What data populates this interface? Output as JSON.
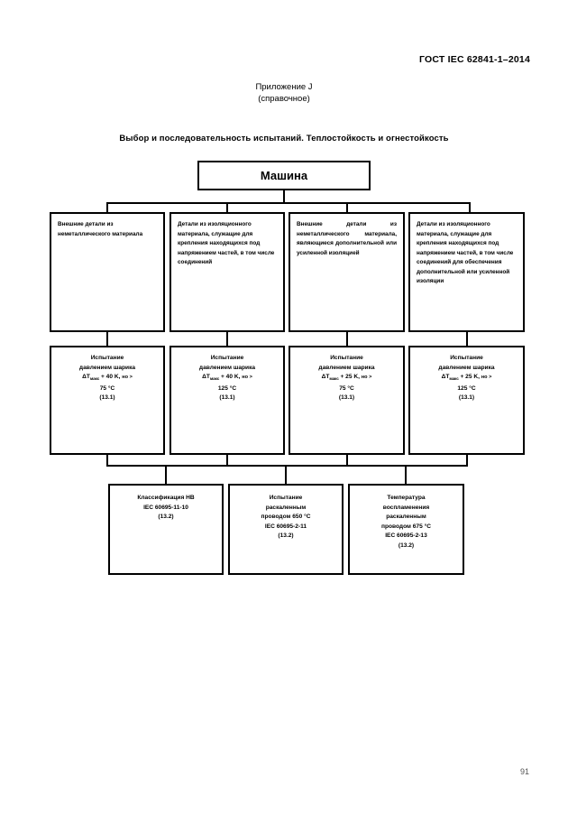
{
  "document": {
    "header": "ГОСТ IEC 62841-1–2014",
    "annex_label": "Приложение J",
    "annex_kind": "(справочное)",
    "flow_title": "Выбор и последовательность испытаний. Теплостойкость и огнестойкость",
    "page_number": "91"
  },
  "flowchart": {
    "type": "flowchart",
    "root": {
      "label": "Машина"
    },
    "row1": [
      {
        "id": "external-nonmetal-parts",
        "text": "Внешние детали из неметаллического материала"
      },
      {
        "id": "insulating-parts-live-fixing",
        "text": "Детали из изоляционного материала, служащие для крепления находящихся под напряжением частей, в том числе соединений"
      },
      {
        "id": "external-nonmetal-supplementary-insulation",
        "text": "Внешние детали из неметаллического материала, являющиеся дополнительной или усиленной изоляцией"
      },
      {
        "id": "insulating-parts-supplementary-insulation",
        "text": "Детали из изоляционного материала, служащие для крепления находящихся под напряжением частей, в том числе соединений для обеспечения дополнительной или усиленной изоляции"
      }
    ],
    "row2": [
      {
        "id": "ball-pressure-test-40k-75c",
        "line1": "Испытание",
        "line2": "давлением шарика",
        "symbol": "ΔT",
        "subscript": "макс",
        "delta": "+ 40 K,",
        "condition": "но >",
        "temperature": "75 °C",
        "clause": "(13.1)"
      },
      {
        "id": "ball-pressure-test-40k-125c",
        "line1": "Испытание",
        "line2": "давлением шарика",
        "symbol": "ΔT",
        "subscript": "макс",
        "delta": "+ 40 K,",
        "condition": "но >",
        "temperature": "125 °C",
        "clause": "(13.1)"
      },
      {
        "id": "ball-pressure-test-25k-75c",
        "line1": "Испытание",
        "line2": "давлением шарика",
        "symbol": "ΔT",
        "subscript": "макс",
        "delta": "+ 25 K,",
        "condition": "но >",
        "temperature": "75 °C",
        "clause": "(13.1)"
      },
      {
        "id": "ball-pressure-test-25k-125c",
        "line1": "Испытание",
        "line2": "давлением шарика",
        "symbol": "ΔT",
        "subscript": "макс",
        "delta": "+ 25 K,",
        "condition": "но >",
        "temperature": "125 °C",
        "clause": "(13.1)"
      }
    ],
    "row3": [
      {
        "id": "classification-hb",
        "line1": "Классификация HB",
        "line2": "IEC 60695-11-10",
        "clause": "(13.2)"
      },
      {
        "id": "glow-wire-test-650",
        "line1": "Испытание",
        "line2": "раскаленным",
        "line3": "проводом 650 °C",
        "line4": "IEC 60695-2-11",
        "clause": "(13.2)"
      },
      {
        "id": "glow-wire-ignition-675",
        "line1": "Температура",
        "line2": "воспламенения",
        "line3": "раскаленным",
        "line4": "проводом 675 °C",
        "line5": "IEC 60695-2-13",
        "clause": "(13.2)"
      }
    ]
  }
}
